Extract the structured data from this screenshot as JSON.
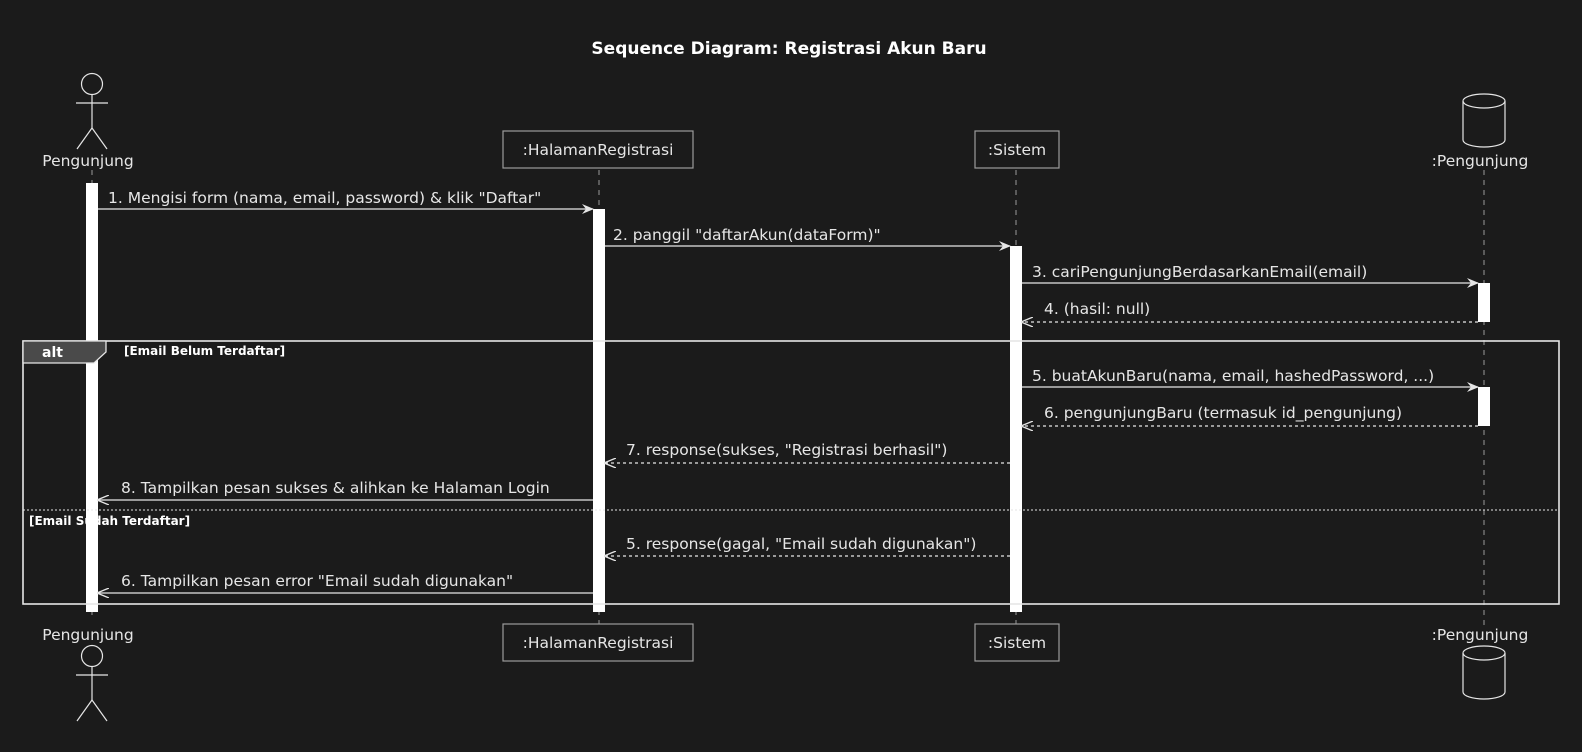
{
  "title": "Sequence Diagram: Registrasi Akun Baru",
  "participants": [
    {
      "name": "Pengunjung",
      "kind": "actor"
    },
    {
      "name": ":HalamanRegistrasi",
      "kind": "boundary"
    },
    {
      "name": ":Sistem",
      "kind": "control"
    },
    {
      "name": ":Pengunjung",
      "kind": "database"
    }
  ],
  "messages": [
    {
      "label": "1. Mengisi form (nama, email, password) & klik \"Daftar\"",
      "from": 0,
      "to": 1,
      "dashed": false
    },
    {
      "label": "2. panggil \"daftarAkun(dataForm)\"",
      "from": 1,
      "to": 2,
      "dashed": false
    },
    {
      "label": "3. cariPengunjungBerdasarkanEmail(email)",
      "from": 2,
      "to": 3,
      "dashed": false
    },
    {
      "label": "4. (hasil: null)",
      "from": 3,
      "to": 2,
      "dashed": true
    },
    {
      "label": "5. buatAkunBaru(nama, email, hashedPassword, ...)",
      "from": 2,
      "to": 3,
      "dashed": false
    },
    {
      "label": "6. pengunjungBaru (termasuk id_pengunjung)",
      "from": 3,
      "to": 2,
      "dashed": true
    },
    {
      "label": "7. response(sukses, \"Registrasi berhasil\")",
      "from": 2,
      "to": 1,
      "dashed": true
    },
    {
      "label": "8. Tampilkan pesan sukses & alihkan ke Halaman Login",
      "from": 1,
      "to": 0,
      "dashed": false
    },
    {
      "label": "5. response(gagal, \"Email sudah digunakan\")",
      "from": 2,
      "to": 1,
      "dashed": true
    },
    {
      "label": "6. Tampilkan pesan error \"Email sudah digunakan\"",
      "from": 1,
      "to": 0,
      "dashed": false
    }
  ],
  "alt_fragment": {
    "keyword": "alt",
    "guard_1": "[Email Belum Terdaftar]",
    "guard_2": "[Email Sudah Terdaftar]"
  },
  "colors": {
    "background": "#1b1b1b",
    "line": "#e6e6e6",
    "activation": "#ffffff"
  }
}
